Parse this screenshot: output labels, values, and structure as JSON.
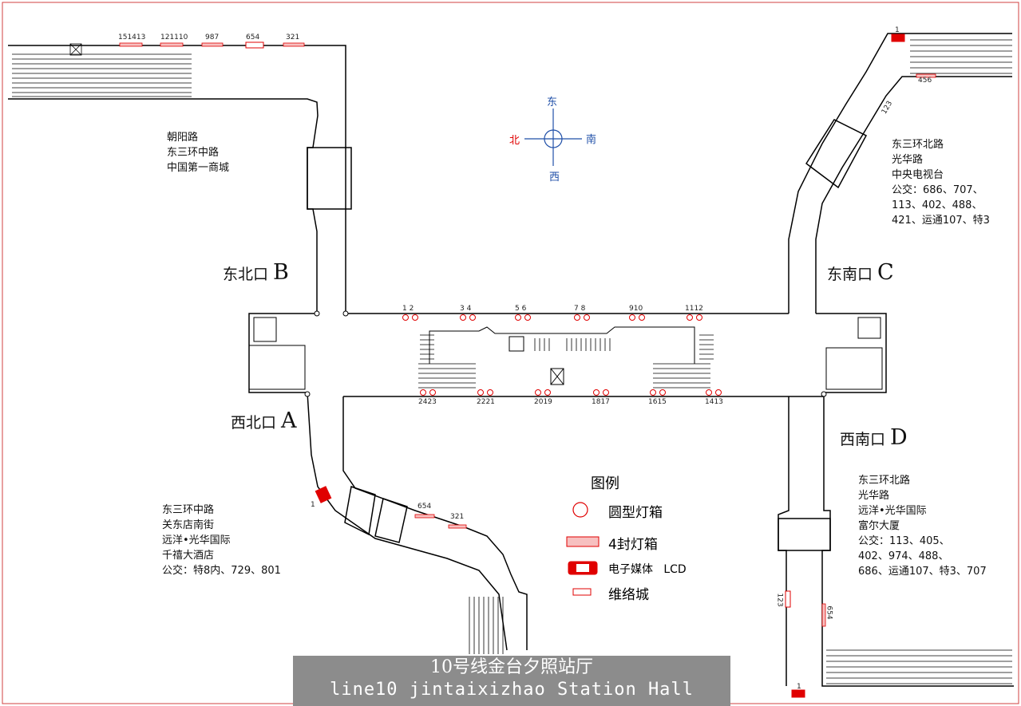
{
  "compass": {
    "east": "东",
    "north": "北",
    "south": "南",
    "west": "西"
  },
  "exits": {
    "b": {
      "name": "东北口",
      "letter": "B"
    },
    "c": {
      "name": "东南口",
      "letter": "C"
    },
    "a": {
      "name": "西北口",
      "letter": "A"
    },
    "d": {
      "name": "西南口",
      "letter": "D"
    }
  },
  "areas": {
    "b": [
      "朝阳路",
      "东三环中路",
      "中国第一商城"
    ],
    "c": [
      "东三环北路",
      "光华路",
      "中央电视台",
      "公交：686、707、",
      "113、402、488、",
      "421、运通107、特3"
    ],
    "a": [
      "东三环中路",
      "关东店南街",
      "远洋•光华国际",
      "千禧大酒店",
      "公交：特8内、729、801"
    ],
    "d": [
      "东三环北路",
      "光华路",
      "远洋•光华国际",
      "富尔大厦",
      "公交：113、405、",
      "402、974、488、",
      "686、运通107、特3、707"
    ]
  },
  "legend": {
    "title": "图例",
    "round_lightbox": "圆型灯箱",
    "four_seal_lightbox": "4封灯箱",
    "e_media": "电子媒体",
    "e_media_lcd": "LCD",
    "weiluo": "维络城"
  },
  "numbers": {
    "top_row": [
      "151413",
      "121110",
      "987",
      "654",
      "321"
    ],
    "hall_top": [
      "1 2",
      "3 4",
      "5 6",
      "7 8",
      "910",
      "1112"
    ],
    "hall_bottom": [
      "2423",
      "2221",
      "2019",
      "1817",
      "1615",
      "1413"
    ],
    "a_corridor": [
      "654",
      "321",
      "1"
    ],
    "c_corridor": [
      "1",
      "456",
      "123"
    ],
    "d_corridor": [
      "123",
      "654",
      "1"
    ]
  },
  "caption": {
    "cn": "10号线金台夕照站厅",
    "en": "line10 jintaixizhao Station Hall"
  },
  "colors": {
    "outline": "#000000",
    "accent_red": "#e00000",
    "compass_blue": "#1f4fa8",
    "caption_bg": "#8c8c8c"
  }
}
